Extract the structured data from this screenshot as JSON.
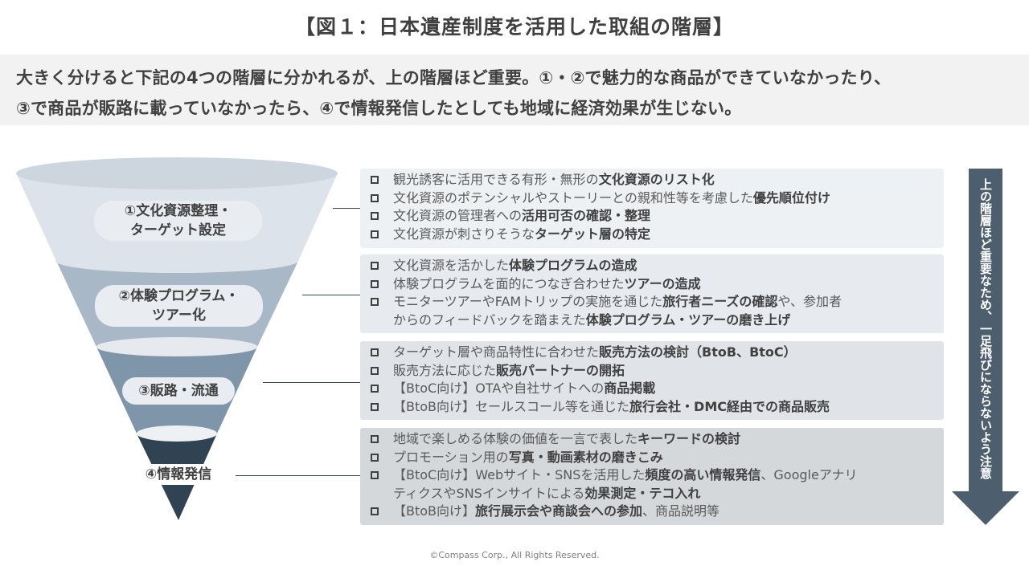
{
  "title": "【図１：日本遺産制度を活用した取組の階層】",
  "summary": {
    "line1": "大きく分けると下記の4つの階層に分かれるが、上の階層ほど重要。①・②で魅力的な商品ができていなかったり、",
    "line2": "③で商品が販路に載っていなかったら、④で情報発信したとしても地域に経済効果が生じない。"
  },
  "tiers": [
    {
      "label_line1": "①文化資源整理・",
      "label_line2": "ターゲット設定",
      "color": "#dde3ea"
    },
    {
      "label_line1": "②体験プログラム・",
      "label_line2": "ツアー化",
      "color": "#a9b8c7"
    },
    {
      "label_line1": "③販路・流通",
      "label_line2": "",
      "color": "#7f95aa"
    },
    {
      "label_line1": "④情報発信",
      "label_line2": "",
      "color": "#2f4352"
    }
  ],
  "panels": [
    {
      "color": "#eef1f4",
      "items": [
        {
          "plain": "観光誘客に活用できる有形・無形の",
          "bold": "文化資源のリスト化",
          "after": ""
        },
        {
          "plain": "文化資源のポテンシャルやストーリーとの親和性等を考慮した",
          "bold": "優先順位付け",
          "after": ""
        },
        {
          "plain": "文化資源の管理者への",
          "bold": "活用可否の確認・整理",
          "after": ""
        },
        {
          "plain": "文化資源が刺さりそうな",
          "bold": "ターゲット層の特定",
          "after": ""
        }
      ]
    },
    {
      "color": "#e7ebef",
      "items": [
        {
          "plain": "文化資源を活かした",
          "bold": "体験プログラムの造成",
          "after": ""
        },
        {
          "plain": "体験プログラムを面的につなぎ合わせた",
          "bold": "ツアーの造成",
          "after": ""
        },
        {
          "plain": "モニターツアーやFAMトリップの実施を通じた",
          "bold": "旅行者ニーズの確認",
          "after": "や、参加者"
        },
        {
          "plain": "からのフィードバックを踏まえた",
          "bold": "体験プログラム・ツアーの磨き上げ",
          "after": "",
          "continuation": true
        }
      ]
    },
    {
      "color": "#e0e4e8",
      "items": [
        {
          "plain": "ターゲット層や商品特性に合わせた",
          "bold": "販売方法の検討",
          "after": "（BtoB、BtoC）"
        },
        {
          "plain": "販売方法に応じた",
          "bold": "販売パートナーの開拓",
          "after": ""
        },
        {
          "plain": "【BtoC向け】OTAや自社サイトへの",
          "bold": "商品掲載",
          "after": ""
        },
        {
          "plain": "【BtoB向け】セールスコール等を通じた",
          "bold": "旅行会社・DMC経由での商品販売",
          "after": ""
        }
      ]
    },
    {
      "color": "#d5d8db",
      "items": [
        {
          "plain": "地域で楽しめる体験の価値を一言で表した",
          "bold": "キーワードの検討",
          "after": ""
        },
        {
          "plain": "プロモーション用の",
          "bold": "写真・動画素材の磨きこみ",
          "after": ""
        },
        {
          "plain": "【BtoC向け】Webサイト・SNSを活用した",
          "bold": "頻度の高い情報発信",
          "after": "、Googleアナリ"
        },
        {
          "plain": "ティクスやSNSインサイトによる",
          "bold": "効果測定・テコ入れ",
          "after": "",
          "continuation": true
        },
        {
          "plain": "【BtoB向け】",
          "bold": "旅行展示会や商談会への参加",
          "after": "、商品説明等"
        }
      ]
    }
  ],
  "arrow": {
    "text": "上の階層ほど重要なため、一足飛びにならないよう注意",
    "color": "#4d5e6e"
  },
  "footer": "©Compass Corp., All Rights Reserved."
}
